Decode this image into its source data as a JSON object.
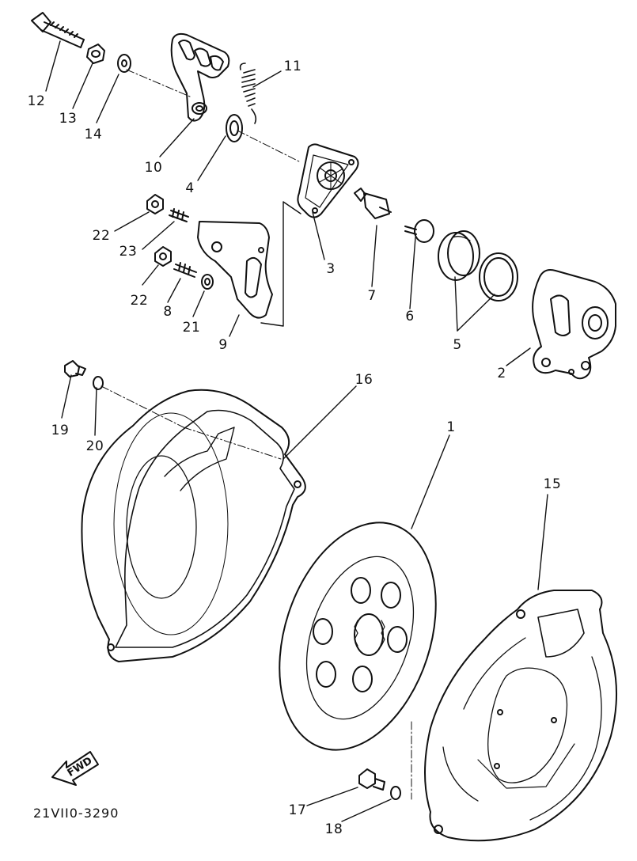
{
  "diagram": {
    "drawing_code": "21VII0-3290",
    "direction_marker": "FWD",
    "callouts": {
      "c1": "1",
      "c2": "2",
      "c3": "3",
      "c4": "4",
      "c5": "5",
      "c6": "6",
      "c7": "7",
      "c8": "8",
      "c9": "9",
      "c10": "10",
      "c11": "11",
      "c12": "12",
      "c13": "13",
      "c14": "14",
      "c15": "15",
      "c16": "16",
      "c17": "17",
      "c18": "18",
      "c19": "19",
      "c20": "20",
      "c21": "21",
      "c22a": "22",
      "c22b": "22",
      "c23": "23"
    }
  }
}
